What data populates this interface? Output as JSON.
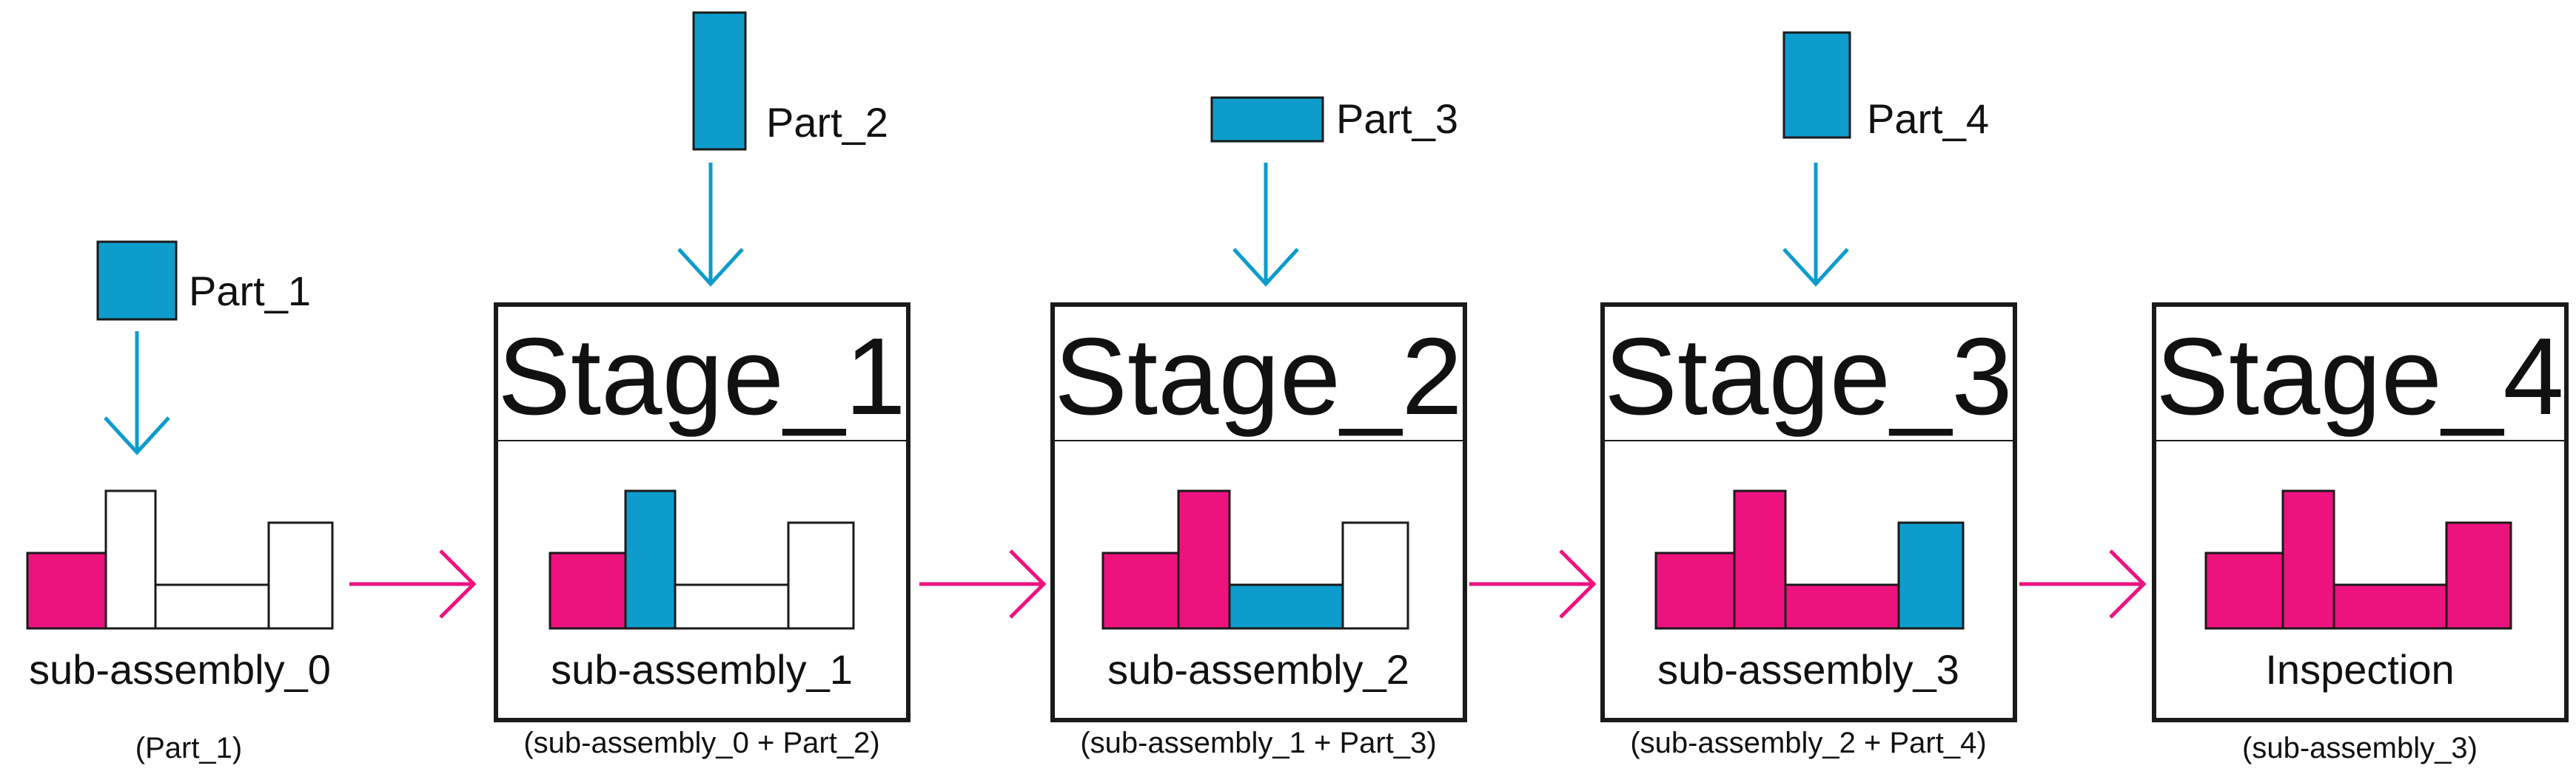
{
  "colors": {
    "done": "#ee127f",
    "new_part": "#0d9ccc",
    "empty": "#ffffff",
    "outline": "#1a1a1a",
    "arrow_down": "#0d9ccc",
    "arrow_right": "#ee127f"
  },
  "initial": {
    "part_label": "Part_1",
    "assembly_label": "sub-assembly_0",
    "formula": "(Part_1)",
    "slots": [
      "done",
      "empty",
      "empty",
      "empty"
    ]
  },
  "stages": [
    {
      "title": "Stage_1",
      "part_label": "Part_2",
      "assembly_label": "sub-assembly_1",
      "formula": "(sub-assembly_0 + Part_2)",
      "slots": [
        "done",
        "new_part",
        "empty",
        "empty"
      ]
    },
    {
      "title": "Stage_2",
      "part_label": "Part_3",
      "assembly_label": "sub-assembly_2",
      "formula": "(sub-assembly_1 + Part_3)",
      "slots": [
        "done",
        "done",
        "new_part",
        "empty"
      ]
    },
    {
      "title": "Stage_3",
      "part_label": "Part_4",
      "assembly_label": "sub-assembly_3",
      "formula": "(sub-assembly_2 + Part_4)",
      "slots": [
        "done",
        "done",
        "done",
        "new_part"
      ]
    },
    {
      "title": "Stage_4",
      "assembly_label": "Inspection",
      "formula": "(sub-assembly_3)",
      "slots": [
        "done",
        "done",
        "done",
        "done"
      ]
    }
  ]
}
